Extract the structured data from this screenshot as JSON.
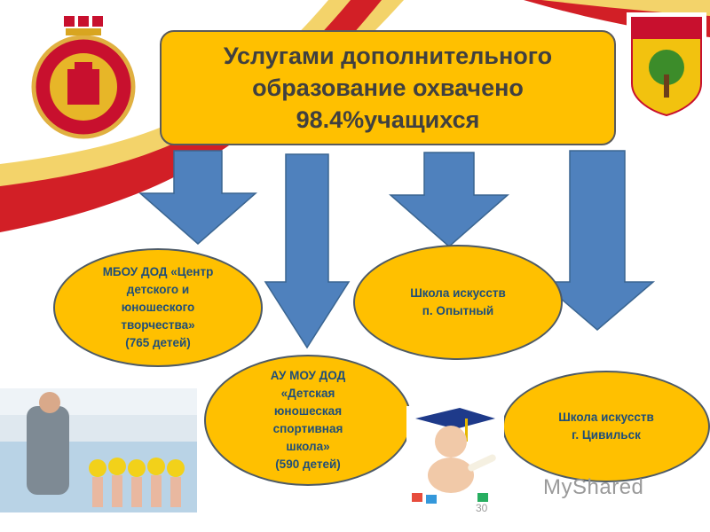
{
  "title": {
    "lines": [
      "Услугами дополнительного",
      "образование охвачено",
      "98.4%учащихся"
    ]
  },
  "nodes": [
    {
      "lines": [
        "МБОУ ДОД «Центр",
        "детского и",
        "юношеского",
        "творчества»",
        "(765 детей)"
      ]
    },
    {
      "lines": [
        "АУ МОУ ДОД",
        "«Детская",
        "юношеская",
        "спортивная",
        "школа»",
        "(590 детей)"
      ]
    },
    {
      "lines": [
        "Школа искусств",
        "п. Опытный"
      ]
    },
    {
      "lines": [
        "Школа искусств",
        "г. Цивильск"
      ]
    }
  ],
  "watermark": "MyShared",
  "page_number": "30",
  "colors": {
    "box_fill": "#ffc000",
    "arrow_fill": "#4f81bd",
    "node_text": "#1f4e79",
    "title_text": "#404040"
  }
}
